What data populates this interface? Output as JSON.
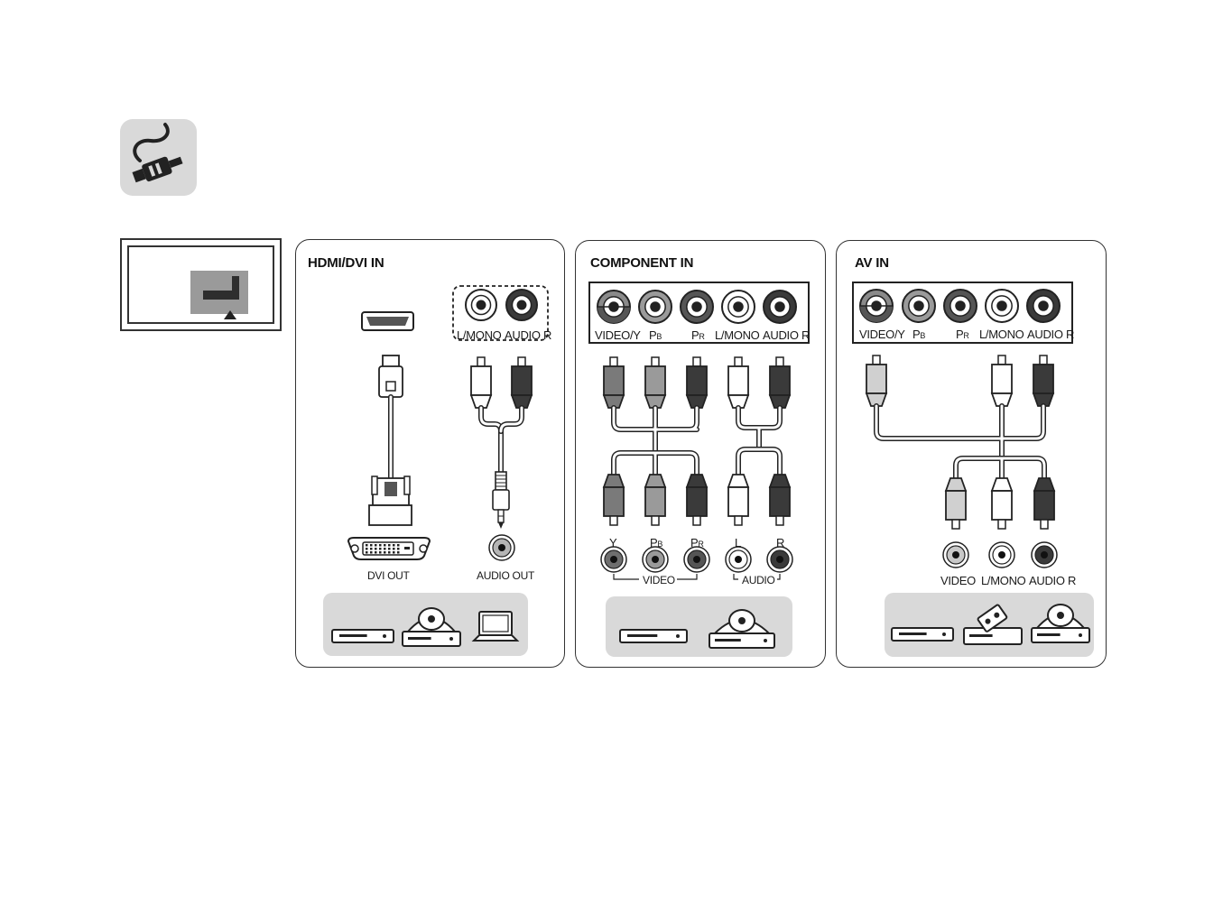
{
  "panels": {
    "hdmi": {
      "title": "HDMI/DVI IN",
      "port_left": "L/MONO",
      "port_right": "AUDIO R",
      "source_left": "DVI OUT",
      "source_right": "AUDIO OUT"
    },
    "component": {
      "title": "COMPONENT IN",
      "ports": [
        {
          "main": "VIDEO/Y",
          "sub": ""
        },
        {
          "main": "P",
          "sub": "B"
        },
        {
          "main": "P",
          "sub": "R"
        },
        {
          "main": "L/MONO",
          "sub": ""
        },
        {
          "main": "AUDIO R",
          "sub": ""
        }
      ],
      "sources": [
        {
          "main": "Y",
          "sub": ""
        },
        {
          "main": "P",
          "sub": "B"
        },
        {
          "main": "P",
          "sub": "R"
        },
        {
          "main": "L",
          "sub": ""
        },
        {
          "main": "R",
          "sub": ""
        }
      ],
      "group_video": "VIDEO",
      "group_audio": "AUDIO"
    },
    "av": {
      "title": "AV IN",
      "ports": [
        {
          "main": "VIDEO/Y",
          "sub": ""
        },
        {
          "main": "P",
          "sub": "B"
        },
        {
          "main": "P",
          "sub": "R"
        },
        {
          "main": "L/MONO",
          "sub": ""
        },
        {
          "main": "AUDIO R",
          "sub": ""
        }
      ],
      "sources": [
        "VIDEO",
        "L/MONO",
        "AUDIO R"
      ]
    }
  },
  "icons": {
    "header": "cable-plug-icon",
    "tv_rear": "tv-rear-panel-icon",
    "devices_hdmi": [
      "dvd-player-icon",
      "disc-player-icon",
      "laptop-icon"
    ],
    "devices_component": [
      "dvd-player-icon",
      "disc-player-icon"
    ],
    "devices_av": [
      "dvd-player-icon",
      "vcr-tape-icon",
      "disc-player-icon"
    ]
  },
  "colors": {
    "plug_light": "#ffffff",
    "plug_gray": "#9a9a9a",
    "plug_green_gray": "#7a7a7a",
    "plug_dark": "#3a3a3a",
    "panel_border": "#333333",
    "device_tray": "#d9d9d9"
  }
}
